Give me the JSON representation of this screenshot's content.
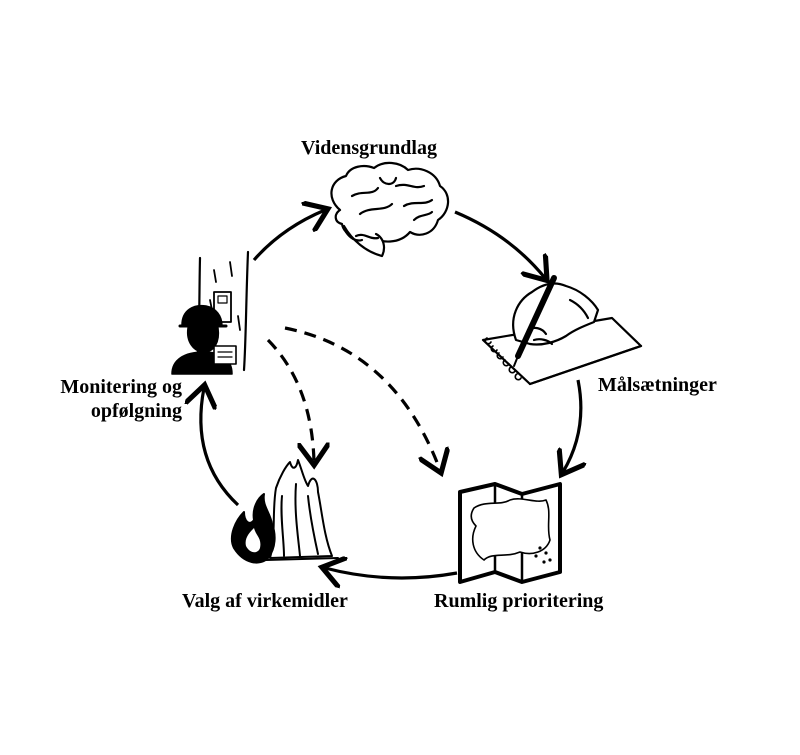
{
  "stages": [
    {
      "id": "videns",
      "label": "Vidensgrundlag",
      "icon": "brain-icon"
    },
    {
      "id": "maal",
      "label": "Målsætninger",
      "icon": "hand-writing-notebook-icon"
    },
    {
      "id": "rumlig",
      "label": "Rumlig prioritering",
      "icon": "folded-map-icon"
    },
    {
      "id": "valg",
      "label": "Valg af virkemidler",
      "icon": "burning-tree-stump-icon"
    },
    {
      "id": "monitor",
      "label_line1": "Monitering og",
      "label_line2": "opfølgning",
      "icon": "forester-at-tree-icon"
    }
  ],
  "colors": {
    "ink": "#000000",
    "paper": "#ffffff"
  }
}
